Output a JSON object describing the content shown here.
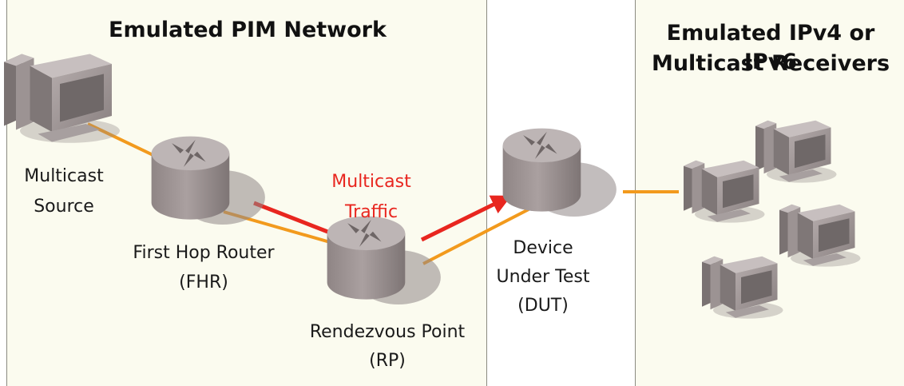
{
  "left_panel": {
    "title": "Emulated PIM Network"
  },
  "right_panel": {
    "title_line1": "Emulated IPv4 or IPv6",
    "title_line2": "Multicast Receivers"
  },
  "labels": {
    "source_line1": "Multicast",
    "source_line2": "Source",
    "fhr_line1": "First Hop Router",
    "fhr_line2": "(FHR)",
    "traffic_line1": "Multicast",
    "traffic_line2": "Traffic",
    "rp_line1": "Rendezvous Point",
    "rp_line2": "(RP)",
    "dut_line1": "Device",
    "dut_line2": "Under Test",
    "dut_line3": "(DUT)"
  },
  "colors": {
    "panel_bg": "#fbfbef",
    "link": "#f29a1d",
    "traffic_arrow": "#e8261f",
    "device_gray": "#9e9494"
  },
  "icons": {
    "source": "computer-icon",
    "routers": "router-icon",
    "receivers": "computer-icon"
  }
}
